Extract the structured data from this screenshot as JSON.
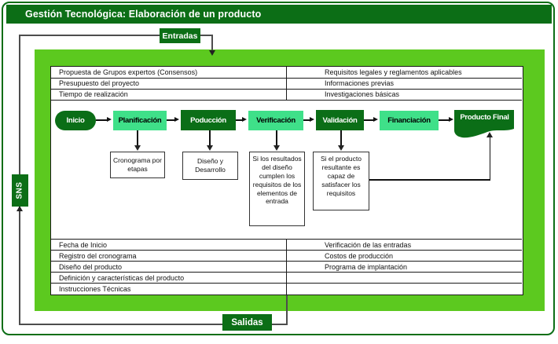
{
  "header": {
    "title": "Gestión Tecnológica: Elaboración de un producto"
  },
  "loop": {
    "entradas": "Entradas",
    "salidas": "Salidas",
    "sns": "SNS"
  },
  "inputs_table": {
    "rows": [
      [
        "Propuesta de Grupos expertos (Consensos)",
        "Requisitos legales y reglamentos aplicables"
      ],
      [
        "Presupuesto del proyecto",
        "Informaciones previas"
      ],
      [
        "Tiempo de realización",
        "Investigaciones básicas"
      ]
    ]
  },
  "outputs_table": {
    "rows": [
      [
        "Fecha de Inicio",
        "Verificación de las entradas"
      ],
      [
        "Registro del cronograma",
        "Costos de producción"
      ],
      [
        "Diseño del producto",
        "Programa de implantación"
      ],
      [
        "Definición y características del producto",
        ""
      ],
      [
        "Instrucciones Técnicas",
        ""
      ]
    ]
  },
  "flow": {
    "steps": [
      {
        "label": "Inicio",
        "variant": "dark",
        "shape": "stadium"
      },
      {
        "label": "Planificación",
        "variant": "mint",
        "shape": "rect"
      },
      {
        "label": "Poducción",
        "variant": "dark",
        "shape": "rect"
      },
      {
        "label": "Verificación",
        "variant": "mint",
        "shape": "rect"
      },
      {
        "label": "Validación",
        "variant": "dark",
        "shape": "rect"
      },
      {
        "label": "Financiación",
        "variant": "mint",
        "shape": "rect"
      },
      {
        "label": "Producto Final",
        "variant": "dark",
        "shape": "document"
      }
    ]
  },
  "notes": [
    {
      "text": "Cronograma por etapas"
    },
    {
      "text": "Diseño y Desarrollo"
    },
    {
      "text": "Si los resultados del diseño cumplen los requisitos de los elementos de entrada"
    },
    {
      "text": "Si el producto resultante es capaz de satisfacer los requisitos"
    }
  ],
  "colors": {
    "dark_green": "#0b6e17",
    "bright_green": "#5cc91f",
    "mint_green": "#3fe089",
    "line_gray": "#4d4d4d",
    "text_black": "#1a1a1a"
  }
}
